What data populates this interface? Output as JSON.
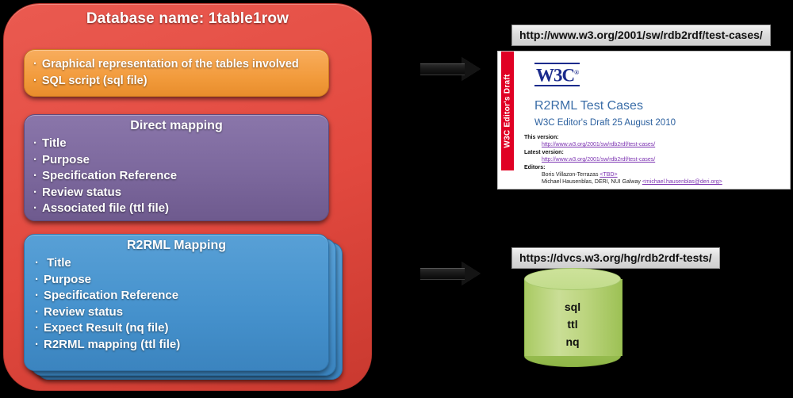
{
  "database": {
    "title": "Database name: 1table1row",
    "schema_panel": {
      "items": [
        "Graphical representation of the tables involved",
        "SQL script (sql file)"
      ]
    },
    "direct_mapping_panel": {
      "title": "Direct mapping",
      "items": [
        "Title",
        "Purpose",
        "Specification Reference",
        "Review status",
        "Associated file (ttl file)"
      ]
    },
    "r2rml_panel": {
      "title": "R2RML Mapping",
      "items": [
        " Title",
        "Purpose",
        "Specification Reference",
        "Review status",
        "Expect Result (nq file)",
        "R2RML mapping (ttl file)"
      ]
    }
  },
  "links": {
    "test_cases_url": "http://www.w3.org/2001/sw/rdb2rdf/test-cases/",
    "dvcs_url": "https://dvcs.w3.org/hg/rdb2rdf-tests/"
  },
  "w3c_page": {
    "ribbon": "W3C Editor's Draft",
    "logo": "W3C",
    "logo_sup": "®",
    "heading": "R2RML Test Cases",
    "subheading": "W3C Editor's Draft 25 August 2010",
    "this_version_label": "This version:",
    "this_version_link": "http://www.w3.org/2001/sw/rdb2rdf/test-cases/",
    "latest_version_label": "Latest version:",
    "latest_version_link": "http://www.w3.org/2001/sw/rdb2rdf/test-cases/",
    "editors_label": "Editors:",
    "editor1_name": "Boris Villazon-Terrazas",
    "editor1_contact": "<TBD>",
    "editor2_name": "Michael Hausenblas, DERI, NUI Galway",
    "editor2_contact": "<michael.hausenblas@deri.org>"
  },
  "repository": {
    "file_types": [
      "sql",
      "ttl",
      "nq"
    ]
  },
  "colors": {
    "container_red": "#e2493f",
    "schema_orange": "#f29b3c",
    "direct_purple": "#7c689d",
    "r2rml_blue": "#4692cd",
    "cylinder_green": "#bcd57f",
    "w3c_ribbon_red": "#e00024"
  }
}
